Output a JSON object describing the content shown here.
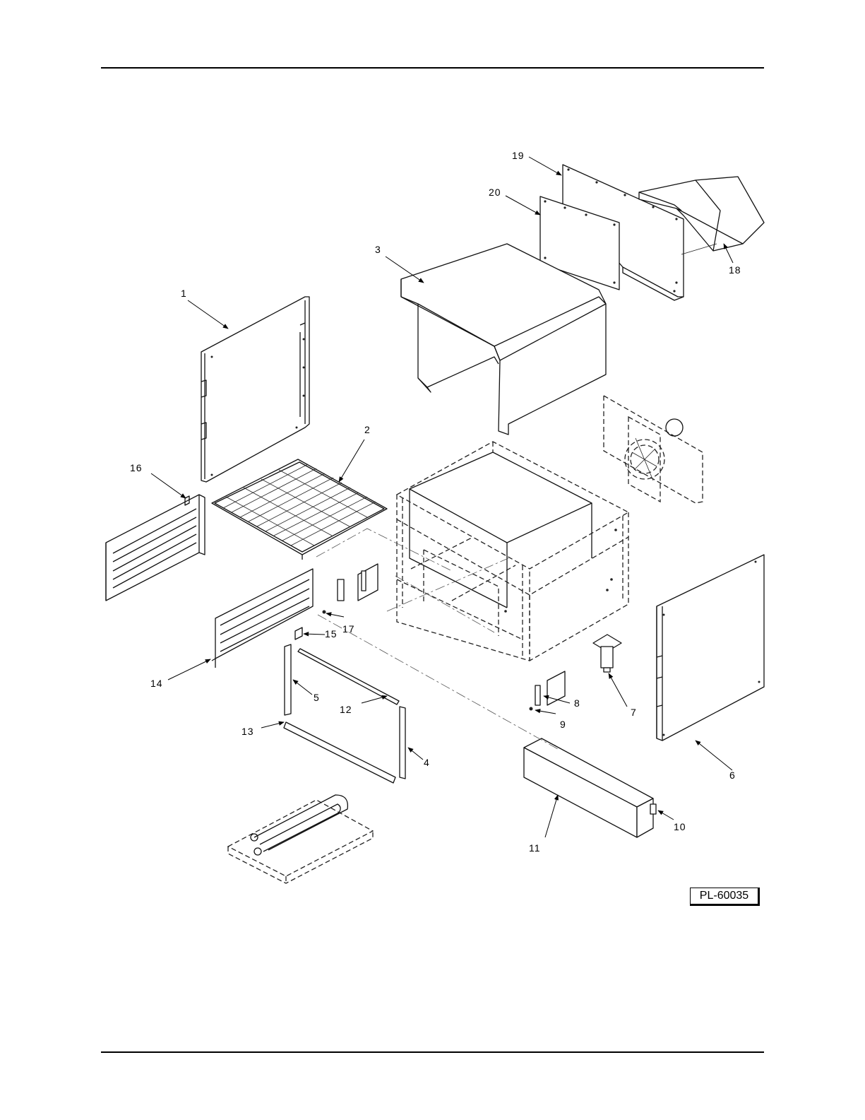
{
  "drawing": {
    "ref": "PL-60035"
  },
  "callouts": [
    "1",
    "2",
    "3",
    "4",
    "5",
    "6",
    "7",
    "8",
    "9",
    "10",
    "11",
    "12",
    "13",
    "14",
    "15",
    "16",
    "17",
    "18",
    "19",
    "20"
  ]
}
